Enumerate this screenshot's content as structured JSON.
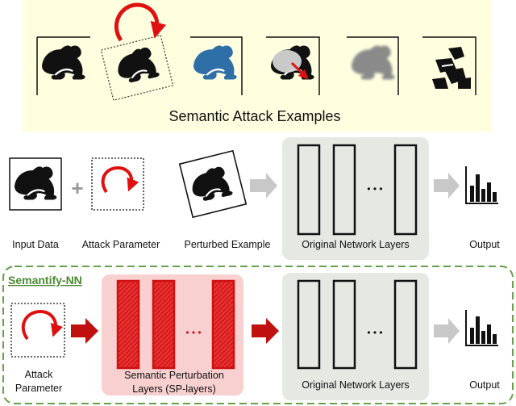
{
  "colors": {
    "panel_yellow": "#ffffe0",
    "attack_red": "#e01010",
    "frog_black": "#111111",
    "frog_blue": "#2f6fa8",
    "frog_grey": "#8a8a8a",
    "frog_light": "#d4d4d4",
    "layer_bg_grey": "#e6e8e4",
    "sp_bg_pink": "#f8d0d0",
    "sp_layer_red": "#e02020",
    "arrow_grey": "#c8c8c8",
    "dashed_green": "#66a04a"
  },
  "examples_panel": {
    "title": "Semantic Attack Examples",
    "examples": [
      {
        "kind": "original",
        "icon": "frog-icon"
      },
      {
        "kind": "rotation",
        "icon": "rotated-frog-icon"
      },
      {
        "kind": "color-shift",
        "icon": "blue-frog-icon"
      },
      {
        "kind": "occlusion",
        "icon": "occluded-frog-icon"
      },
      {
        "kind": "blur",
        "icon": "blurred-frog-icon"
      },
      {
        "kind": "scramble",
        "icon": "scrambled-frog-icon"
      }
    ]
  },
  "pipeline": {
    "input_label": "Input Data",
    "plus_symbol": "+",
    "attack_param_label": "Attack Parameter",
    "perturbed_label": "Perturbed Example",
    "network_label": "Original Network Layers",
    "ellipsis": "• • •",
    "output_label": "Output"
  },
  "semantify": {
    "title": "Semantify-NN",
    "attack_label_line1": "Attack",
    "attack_label_line2": "Parameter",
    "sp_label_line1": "Semantic Perturbation",
    "sp_label_line2": "Layers (SP-layers)",
    "sp_ellipsis": "• • •",
    "network_label": "Original Network Layers",
    "ellipsis": "• • •",
    "output_label": "Output"
  }
}
